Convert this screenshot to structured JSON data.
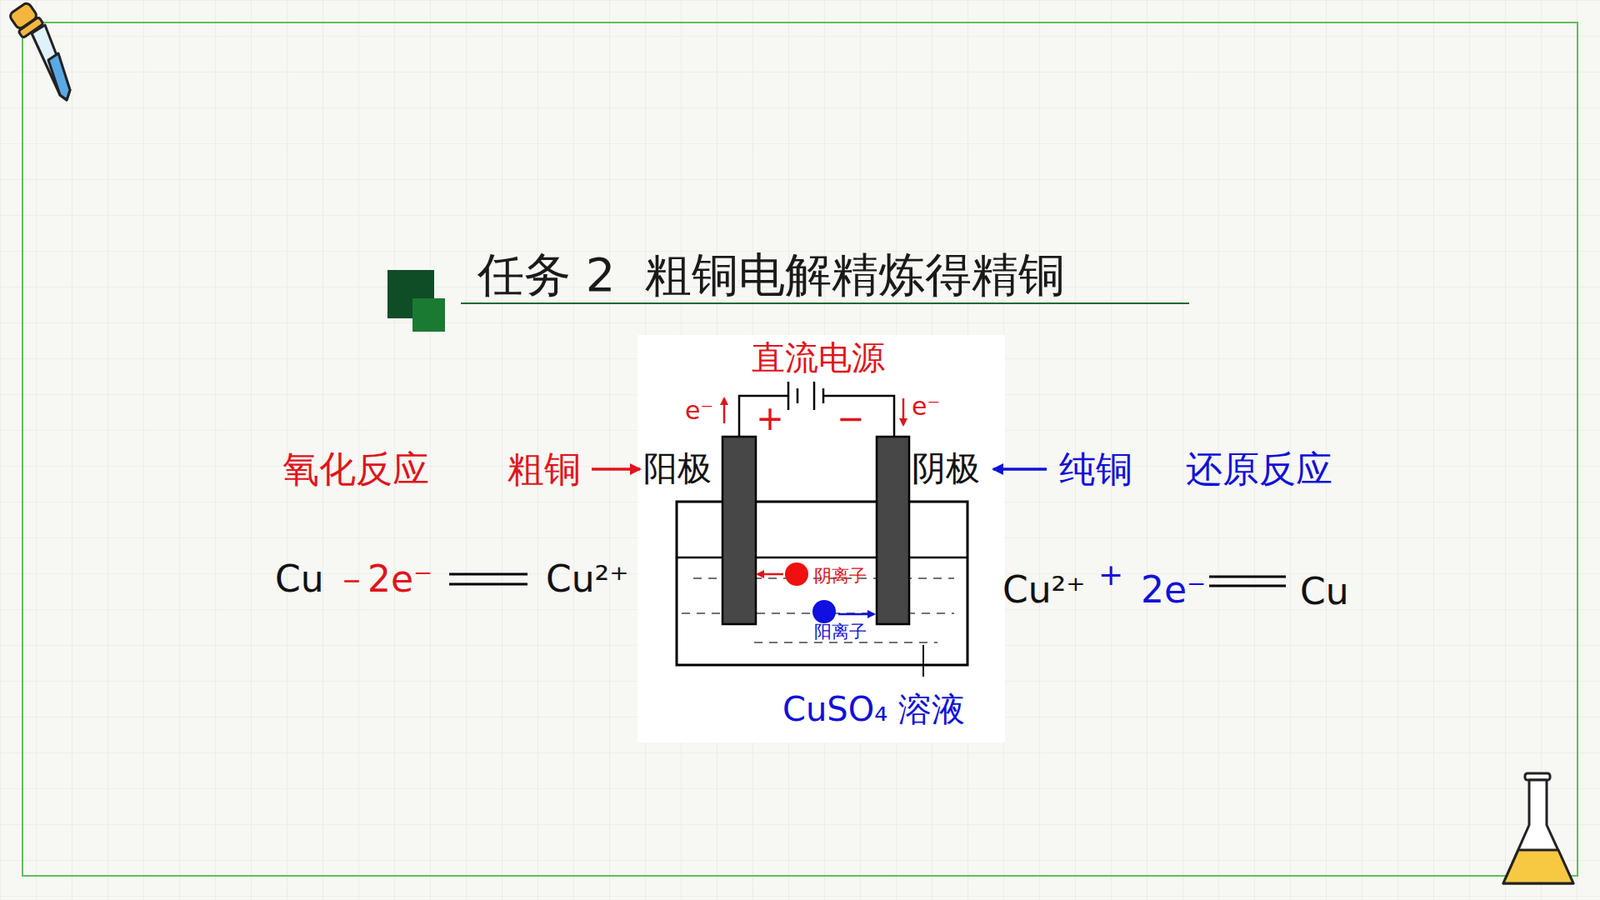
{
  "diagram": {
    "title": "任务 2  粗铜电解精炼得精铜",
    "labels": [
      "直流电源",
      "e⁻",
      "e⁻",
      "+",
      "−",
      "氧化反应",
      "粗铜",
      "阳极",
      "阴极",
      "纯铜",
      "还原反应",
      "阴离子",
      "阳离子",
      "CuSO₄ 溶液",
      "Cu",
      "－",
      "2e⁻",
      "Cu²⁺",
      "Cu²⁺",
      "+",
      "2e⁻",
      "Cu"
    ]
  }
}
